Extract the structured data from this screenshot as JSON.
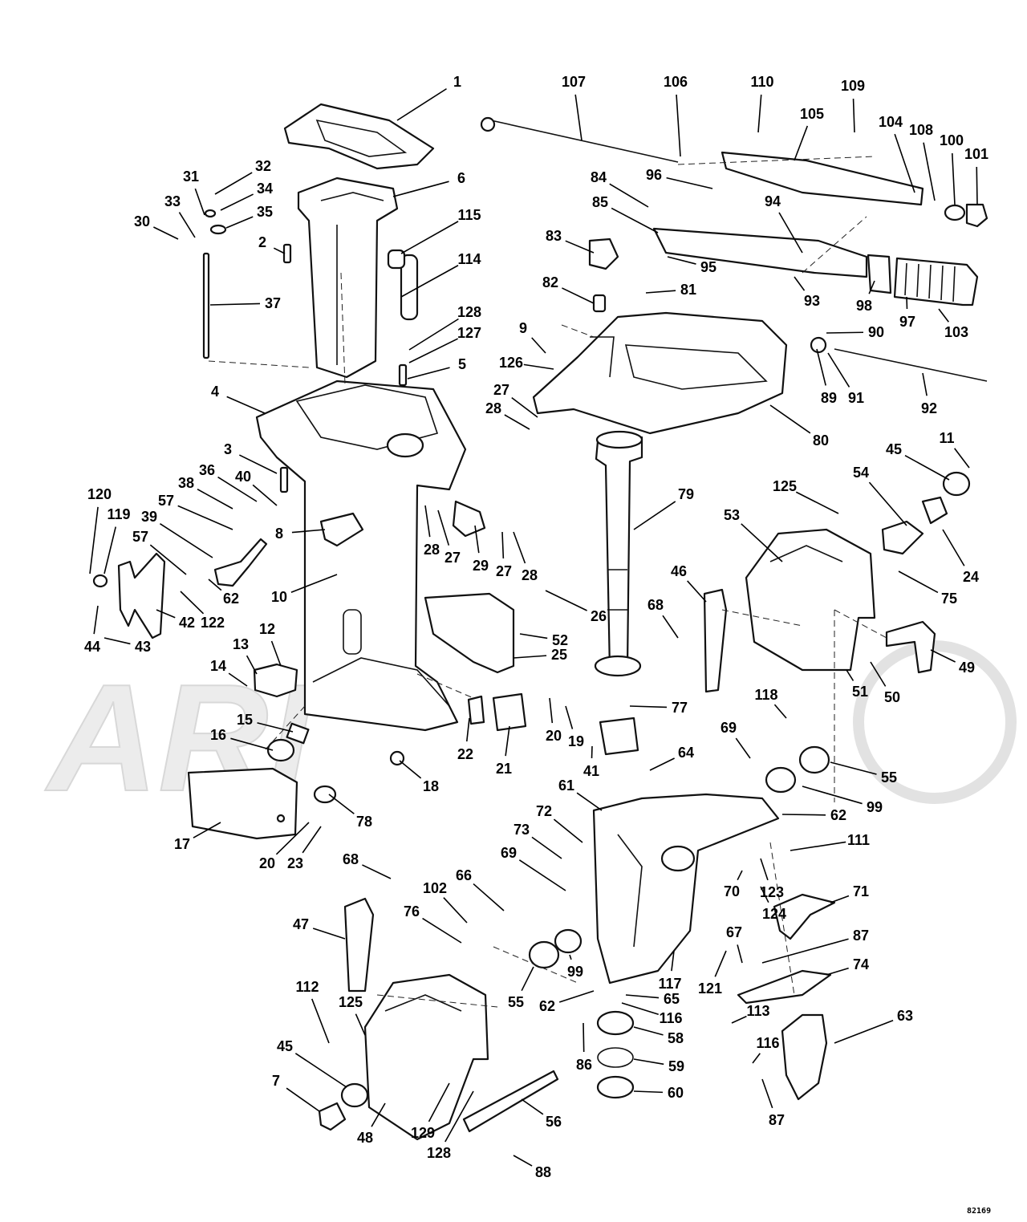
{
  "watermark": "ARI",
  "reference_code": "82169",
  "callouts": [
    "1",
    "2",
    "3",
    "4",
    "5",
    "6",
    "7",
    "8",
    "9",
    "10",
    "11",
    "12",
    "13",
    "14",
    "15",
    "16",
    "17",
    "18",
    "19",
    "20",
    "21",
    "22",
    "23",
    "24",
    "25",
    "26",
    "27",
    "28",
    "29",
    "30",
    "31",
    "32",
    "33",
    "34",
    "35",
    "36",
    "37",
    "38",
    "39",
    "40",
    "41",
    "42",
    "43",
    "44",
    "45",
    "46",
    "47",
    "48",
    "49",
    "50",
    "51",
    "52",
    "53",
    "54",
    "55",
    "56",
    "57",
    "58",
    "59",
    "60",
    "61",
    "62",
    "63",
    "64",
    "65",
    "66",
    "67",
    "68",
    "69",
    "70",
    "71",
    "72",
    "73",
    "74",
    "75",
    "76",
    "77",
    "78",
    "79",
    "80",
    "81",
    "82",
    "83",
    "84",
    "85",
    "86",
    "87",
    "88",
    "89",
    "90",
    "91",
    "92",
    "93",
    "94",
    "95",
    "96",
    "97",
    "98",
    "99",
    "100",
    "101",
    "102",
    "103",
    "104",
    "105",
    "106",
    "107",
    "108",
    "109",
    "110",
    "111",
    "112",
    "113",
    "114",
    "115",
    "116",
    "117",
    "118",
    "119",
    "120",
    "121",
    "122",
    "123",
    "124",
    "125",
    "126",
    "127",
    "128",
    "129"
  ]
}
